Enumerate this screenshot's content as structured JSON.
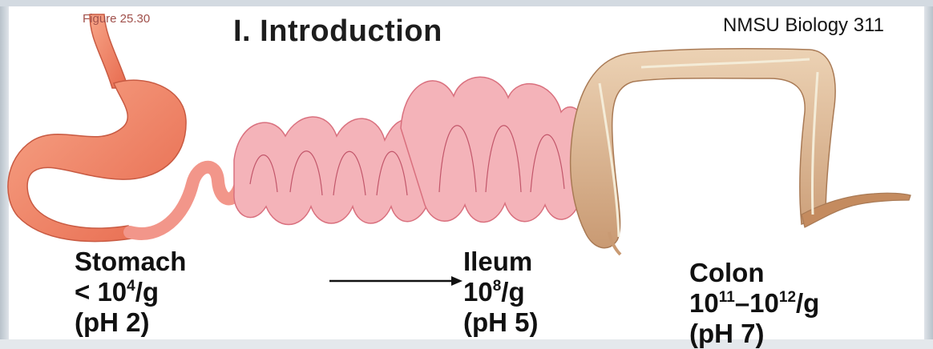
{
  "figure_label": "Figure 25.30",
  "title": "I. Introduction",
  "course": "NMSU Biology 311",
  "regions": {
    "stomach": {
      "name": "Stomach",
      "count_prefix": "< 10",
      "count_exp": "4",
      "count_suffix": "/g",
      "ph": "(pH 2)"
    },
    "ileum": {
      "name": "Ileum",
      "count_base": "10",
      "count_exp": "8",
      "count_suffix": "/g",
      "ph": "(pH 5)"
    },
    "colon": {
      "name": "Colon",
      "count_base1": "10",
      "count_exp1": "11",
      "count_sep": "–10",
      "count_exp2": "12",
      "count_suffix": "/g",
      "ph": "(pH 7)"
    }
  },
  "colors": {
    "stomach": "#f08a6c",
    "small_intestine": "#f2a9b0",
    "colon": "#ddb58f",
    "text": "#111111"
  }
}
